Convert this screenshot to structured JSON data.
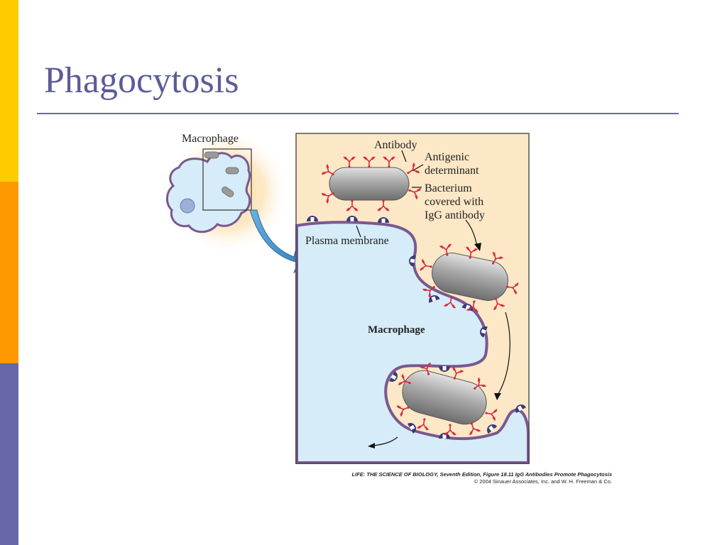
{
  "slide": {
    "title": "Phagocytosis",
    "accent_colors": {
      "bar_top": "#ffcc00",
      "bar_middle": "#ff9900",
      "bar_bottom": "#6666a8",
      "title": "#5c5c9a"
    }
  },
  "figure": {
    "labels": {
      "macrophage_small": "Macrophage",
      "antibody": "Antibody",
      "antigenic_1": "Antigenic",
      "antigenic_2": "determinant",
      "bacterium_1": "Bacterium",
      "bacterium_2": "covered with",
      "bacterium_3": "IgG antibody",
      "plasma_membrane": "Plasma membrane",
      "macrophage_large": "Macrophage"
    },
    "colors": {
      "cytoplasm": "#d6ecf8",
      "extracellular": "#fce7c6",
      "membrane": "#7a5890",
      "antibody": "#d42a3c",
      "receptor": "#3a3a78",
      "bacterium": "#a9a9a9"
    }
  },
  "caption": {
    "line1": "LIFE: THE SCIENCE OF BIOLOGY, Seventh Edition, Figure 18.11 IgG Antibodies Promote Phagocytosis",
    "line2": "© 2004 Sinauer Associates, Inc. and W. H. Freeman & Co."
  }
}
